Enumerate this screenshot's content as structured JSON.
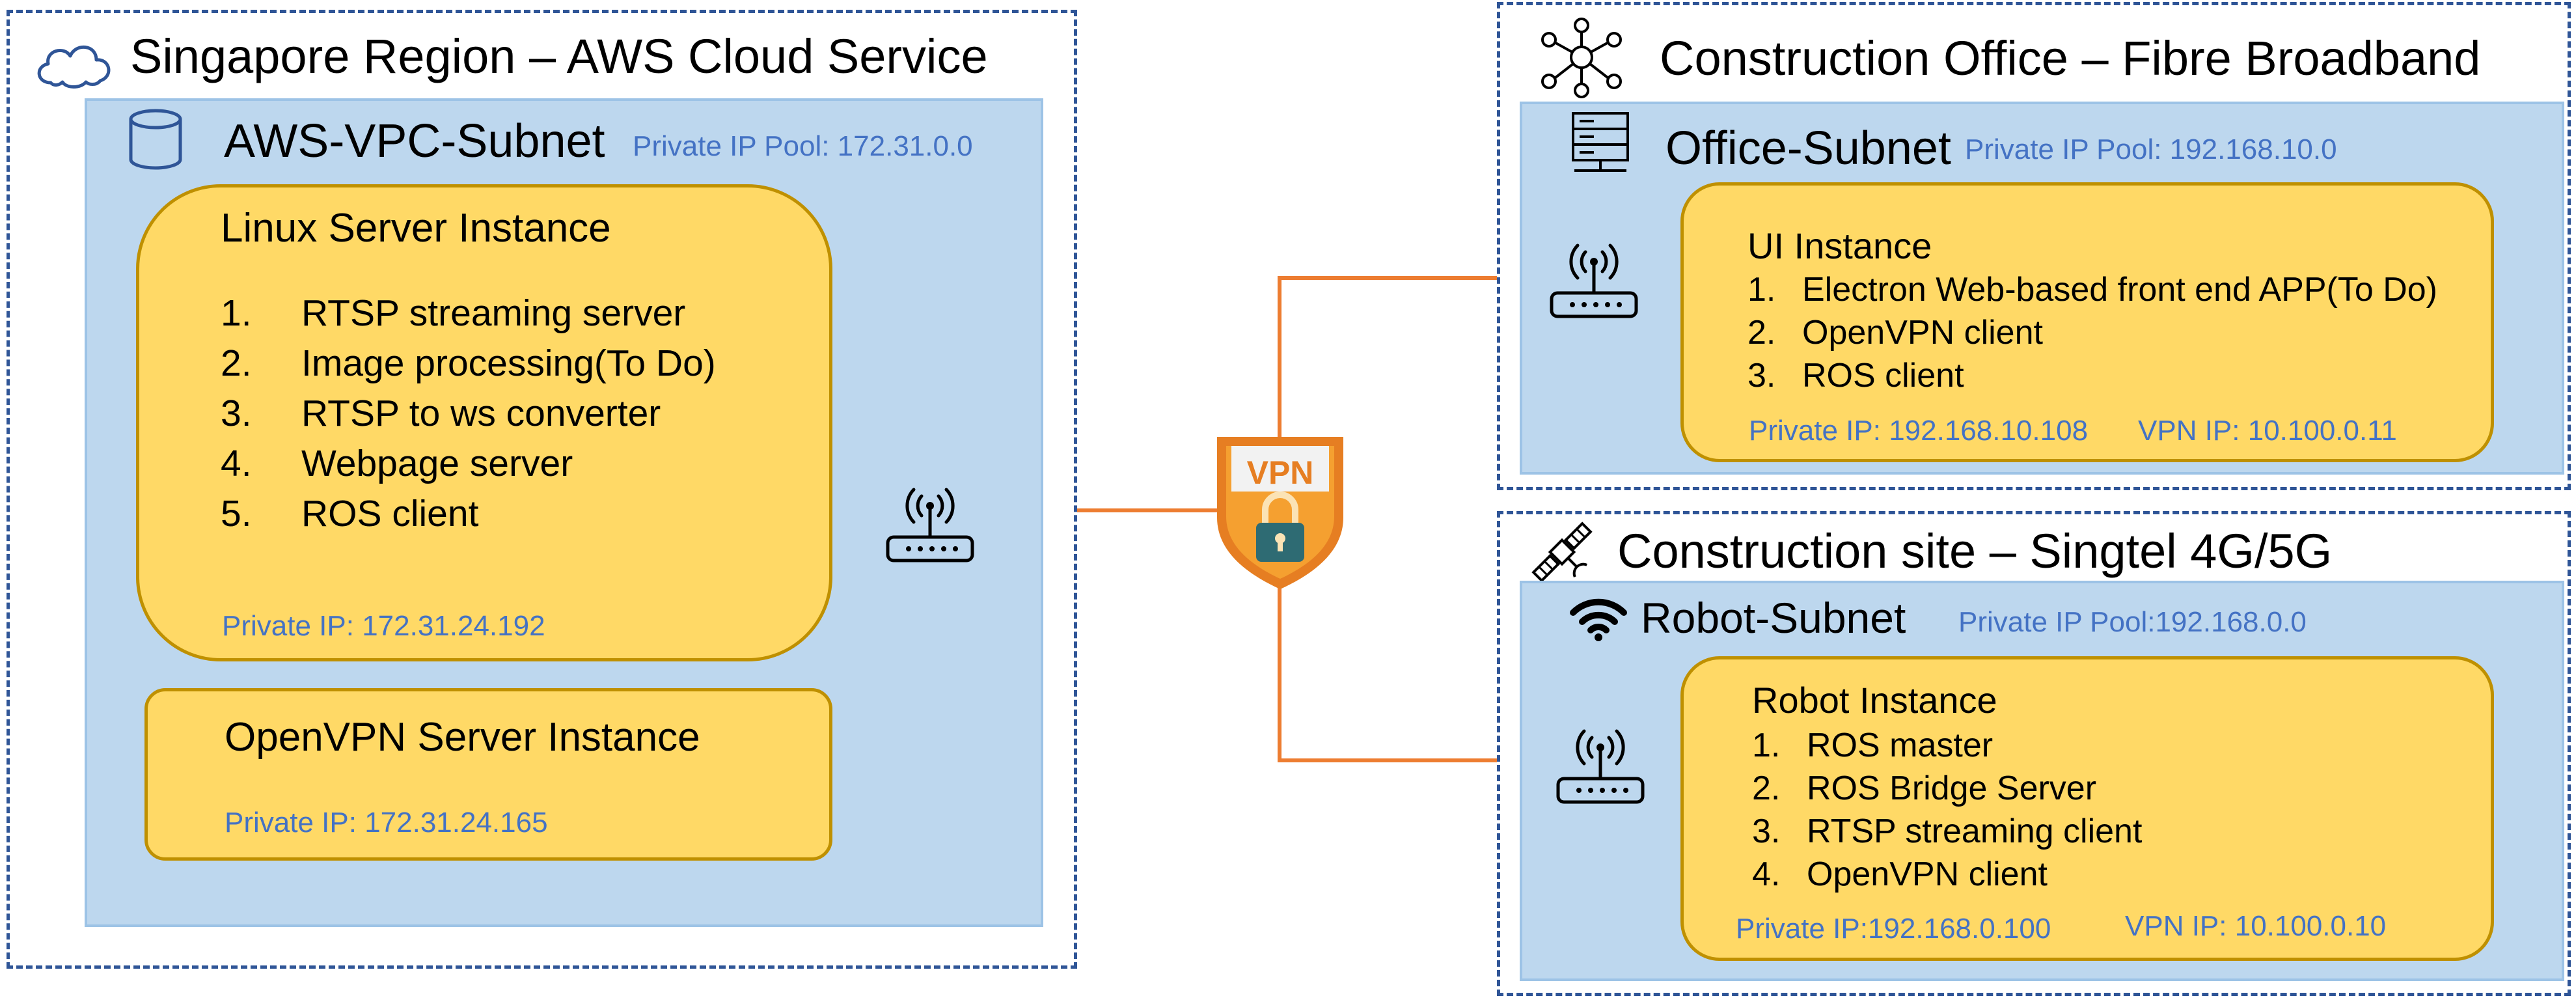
{
  "regions": {
    "aws": {
      "title": "Singapore Region – AWS Cloud Service"
    },
    "office": {
      "title": "Construction Office – Fibre Broadband"
    },
    "site": {
      "title": "Construction site – Singtel 4G/5G"
    }
  },
  "subnets": {
    "aws": {
      "title": "AWS-VPC-Subnet",
      "pool": "Private IP Pool: 172.31.0.0"
    },
    "office": {
      "title": "Office-Subnet",
      "pool": "Private IP Pool: 192.168.10.0"
    },
    "robot": {
      "title": "Robot-Subnet",
      "pool": "Private IP Pool:192.168.0.0"
    }
  },
  "instances": {
    "linux": {
      "title": "Linux Server Instance",
      "items": [
        {
          "num": "1.",
          "text": "RTSP streaming server"
        },
        {
          "num": "2.",
          "text": "Image processing(To Do)"
        },
        {
          "num": "3.",
          "text": "RTSP to ws converter"
        },
        {
          "num": "4.",
          "text": "Webpage server"
        },
        {
          "num": "5.",
          "text": "ROS client"
        }
      ],
      "private_ip": "Private IP: 172.31.24.192"
    },
    "openvpn": {
      "title": "OpenVPN Server Instance",
      "private_ip": "Private IP: 172.31.24.165"
    },
    "ui": {
      "title": "UI Instance",
      "items": [
        {
          "num": "1.",
          "text": "Electron Web-based front end APP(To Do)"
        },
        {
          "num": "2.",
          "text": "OpenVPN client"
        },
        {
          "num": "3.",
          "text": "ROS client"
        }
      ],
      "private_ip": "Private IP: 192.168.10.108",
      "vpn_ip": "VPN IP: 10.100.0.11"
    },
    "robot": {
      "title": "Robot Instance",
      "items": [
        {
          "num": "1.",
          "text": "ROS master"
        },
        {
          "num": "2.",
          "text": "ROS Bridge Server"
        },
        {
          "num": "3.",
          "text": "RTSP streaming client"
        },
        {
          "num": "4.",
          "text": "OpenVPN client"
        }
      ],
      "private_ip": "Private IP:192.168.0.100",
      "vpn_ip": "VPN IP: 10.100.0.10"
    }
  },
  "vpn_badge": {
    "label": "VPN"
  },
  "icons": {
    "aws_region": "cloud-icon",
    "aws_subnet": "database-icon",
    "office_region": "network-hub-icon",
    "office_subnet": "server-icon",
    "site_region": "satellite-icon",
    "robot_subnet": "wifi-icon",
    "routers": "router-icon",
    "vpn": "vpn-shield-lock-icon"
  },
  "colors": {
    "region_border": "#2F5597",
    "subnet_fill": "#BDD7EE",
    "instance_fill": "#FFD966",
    "instance_border": "#BF9000",
    "ip_text": "#4472C4",
    "link": "#ED7D31",
    "vpn_orange": "#F39C2A",
    "vpn_dark": "#E67E22",
    "vpn_lock": "#2E6B73"
  }
}
